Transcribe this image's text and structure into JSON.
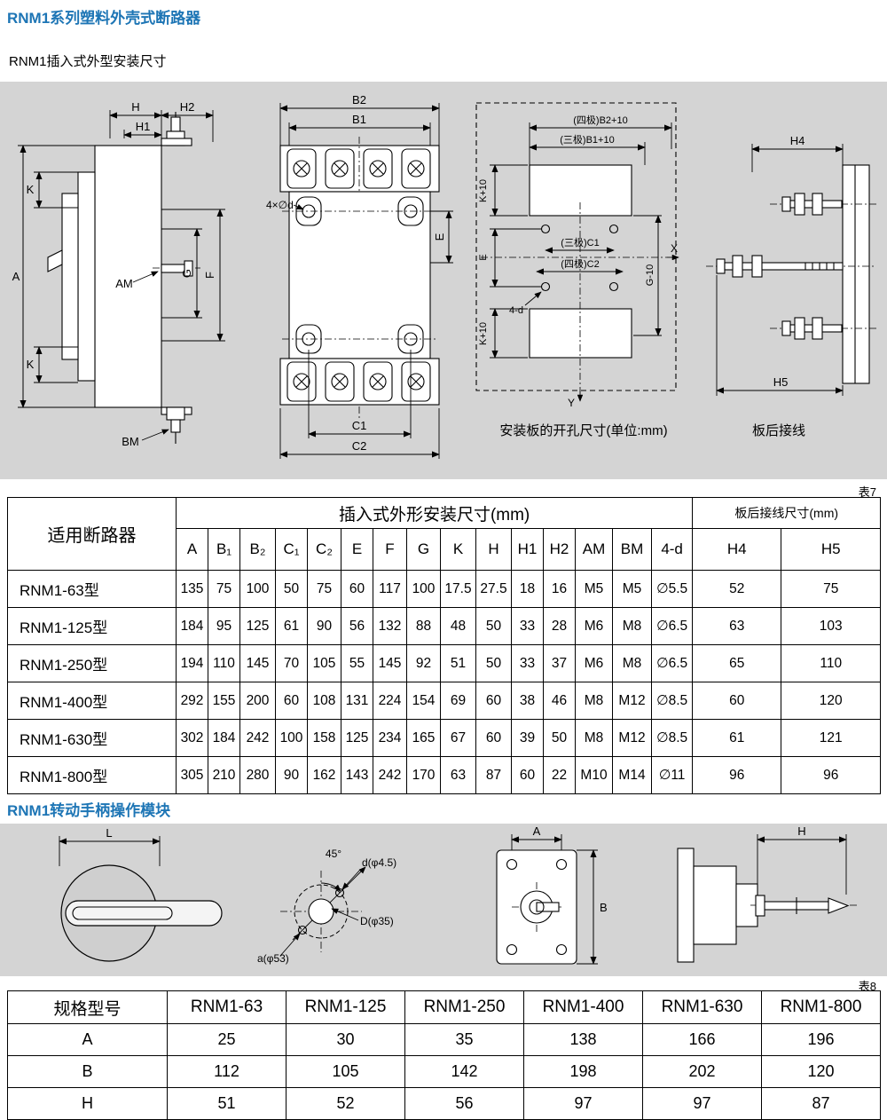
{
  "page": {
    "title": "RNM1系列塑料外壳式断路器",
    "subtitle": "RNM1插入式外型安装尺寸",
    "section2_title": "RNM1转动手柄操作模块",
    "table7_label": "表7",
    "table8_label": "表8",
    "accent_color": "#1d75b5",
    "drawing_bg": "#d4d4d4"
  },
  "diagram1": {
    "side_view": {
      "h": "H",
      "h2": "H2",
      "h1": "H1",
      "k_top": "K",
      "a": "A",
      "k_bottom": "K",
      "am": "AM",
      "g": "G",
      "f": "F",
      "bm": "BM"
    },
    "front_view": {
      "b2": "B2",
      "b1": "B1",
      "holes": "4×∅d",
      "e": "E",
      "c1": "C1",
      "c2": "C2"
    },
    "mounting_plate": {
      "b2_10": "(四极)B2+10",
      "b1_10": "(三极)B1+10",
      "k10_top": "K+10",
      "e": "E",
      "c1": "(三极)C1",
      "c2": "(四极)C2",
      "four_d": "4-d",
      "g10": "G-10",
      "x": "X",
      "k10_bottom": "K+10",
      "y": "Y",
      "caption": "安装板的开孔尺寸(单位:mm)"
    },
    "rear_view": {
      "h4": "H4",
      "h5": "H5",
      "caption": "板后接线"
    }
  },
  "table7": {
    "corner_header": "适用断路器",
    "group_header": "插入式外形安装尺寸(mm)",
    "group_header_right": "板后接线尺寸(mm)",
    "columns": [
      "A",
      "B₁",
      "B₂",
      "C₁",
      "C₂",
      "E",
      "F",
      "G",
      "K",
      "H",
      "H1",
      "H2",
      "AM",
      "BM",
      "4-d",
      "H4",
      "H5"
    ],
    "rows": [
      [
        "RNM1-63型",
        "135",
        "75",
        "100",
        "50",
        "75",
        "60",
        "117",
        "100",
        "17.5",
        "27.5",
        "18",
        "16",
        "M5",
        "M5",
        "∅5.5",
        "52",
        "75"
      ],
      [
        "RNM1-125型",
        "184",
        "95",
        "125",
        "61",
        "90",
        "56",
        "132",
        "88",
        "48",
        "50",
        "33",
        "28",
        "M6",
        "M8",
        "∅6.5",
        "63",
        "103"
      ],
      [
        "RNM1-250型",
        "194",
        "110",
        "145",
        "70",
        "105",
        "55",
        "145",
        "92",
        "51",
        "50",
        "33",
        "37",
        "M6",
        "M8",
        "∅6.5",
        "65",
        "110"
      ],
      [
        "RNM1-400型",
        "292",
        "155",
        "200",
        "60",
        "108",
        "131",
        "224",
        "154",
        "69",
        "60",
        "38",
        "46",
        "M8",
        "M12",
        "∅8.5",
        "60",
        "120"
      ],
      [
        "RNM1-630型",
        "302",
        "184",
        "242",
        "100",
        "158",
        "125",
        "234",
        "165",
        "67",
        "60",
        "39",
        "50",
        "M8",
        "M12",
        "∅8.5",
        "61",
        "121"
      ],
      [
        "RNM1-800型",
        "305",
        "210",
        "280",
        "90",
        "162",
        "143",
        "242",
        "170",
        "63",
        "87",
        "60",
        "22",
        "M10",
        "M14",
        "∅11",
        "96",
        "96"
      ]
    ]
  },
  "diagram2": {
    "handle": {
      "l": "L"
    },
    "drill": {
      "angle": "45°",
      "d": "d(φ4.5)",
      "big_d": "D(φ35)",
      "a": "a(φ53)"
    },
    "panel": {
      "a": "A",
      "b": "B"
    },
    "side": {
      "h": "H"
    }
  },
  "table8": {
    "header": [
      "规格型号",
      "RNM1-63",
      "RNM1-125",
      "RNM1-250",
      "RNM1-400",
      "RNM1-630",
      "RNM1-800"
    ],
    "rows": [
      [
        "A",
        "25",
        "30",
        "35",
        "138",
        "166",
        "196"
      ],
      [
        "B",
        "112",
        "105",
        "142",
        "198",
        "202",
        "120"
      ],
      [
        "H",
        "51",
        "52",
        "56",
        "97",
        "97",
        "87"
      ]
    ]
  }
}
